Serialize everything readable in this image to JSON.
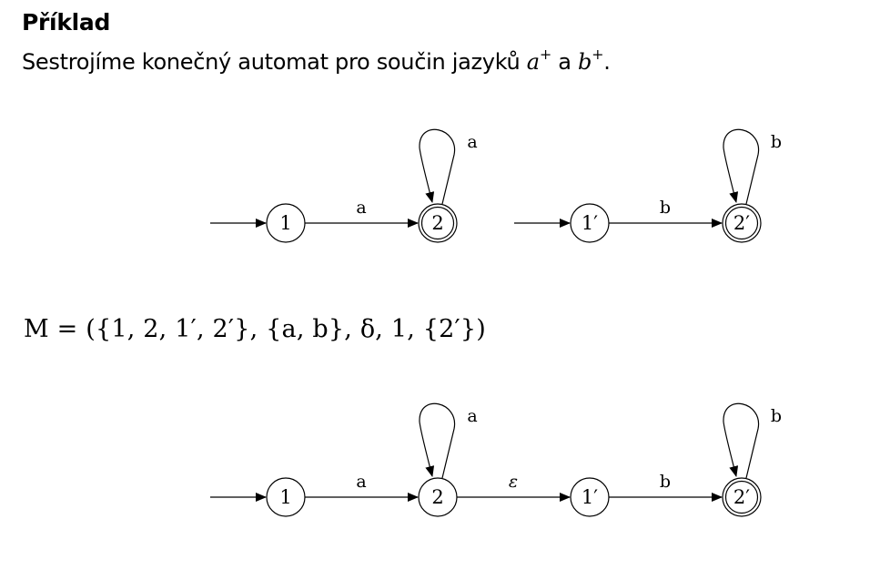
{
  "heading": "Příklad",
  "intro": {
    "text_before": "Sestrojíme konečný automat pro součin jazyků ",
    "lang1_base": "a",
    "lang1_sup": "+",
    "conjunction": " a ",
    "lang2_base": "b",
    "lang2_sup": "+",
    "text_after": "."
  },
  "automaton_a": {
    "states": [
      {
        "id": "1",
        "label": "1",
        "initial": true,
        "final": false
      },
      {
        "id": "2",
        "label": "2",
        "initial": false,
        "final": true
      }
    ],
    "transitions": [
      {
        "from": "1",
        "to": "2",
        "label": "a"
      },
      {
        "from": "2",
        "to": "2",
        "label": "a"
      }
    ]
  },
  "automaton_b": {
    "states": [
      {
        "id": "1'",
        "label": "1′",
        "initial": true,
        "final": false
      },
      {
        "id": "2'",
        "label": "2′",
        "initial": false,
        "final": true
      }
    ],
    "transitions": [
      {
        "from": "1'",
        "to": "2'",
        "label": "b"
      },
      {
        "from": "2'",
        "to": "2'",
        "label": "b"
      }
    ]
  },
  "definition": {
    "text": "M = ({1, 2, 1′, 2′}, {a, b}, δ, 1, {2′})"
  },
  "automaton_product": {
    "states": [
      {
        "id": "1",
        "label": "1",
        "initial": true,
        "final": false
      },
      {
        "id": "2",
        "label": "2",
        "initial": false,
        "final": false
      },
      {
        "id": "1'",
        "label": "1′",
        "initial": false,
        "final": false
      },
      {
        "id": "2'",
        "label": "2′",
        "initial": false,
        "final": true
      }
    ],
    "transitions": [
      {
        "from": "1",
        "to": "2",
        "label": "a"
      },
      {
        "from": "2",
        "to": "2",
        "label": "a"
      },
      {
        "from": "2",
        "to": "1'",
        "label": "ε"
      },
      {
        "from": "1'",
        "to": "2'",
        "label": "b"
      },
      {
        "from": "2'",
        "to": "2'",
        "label": "b"
      }
    ]
  }
}
